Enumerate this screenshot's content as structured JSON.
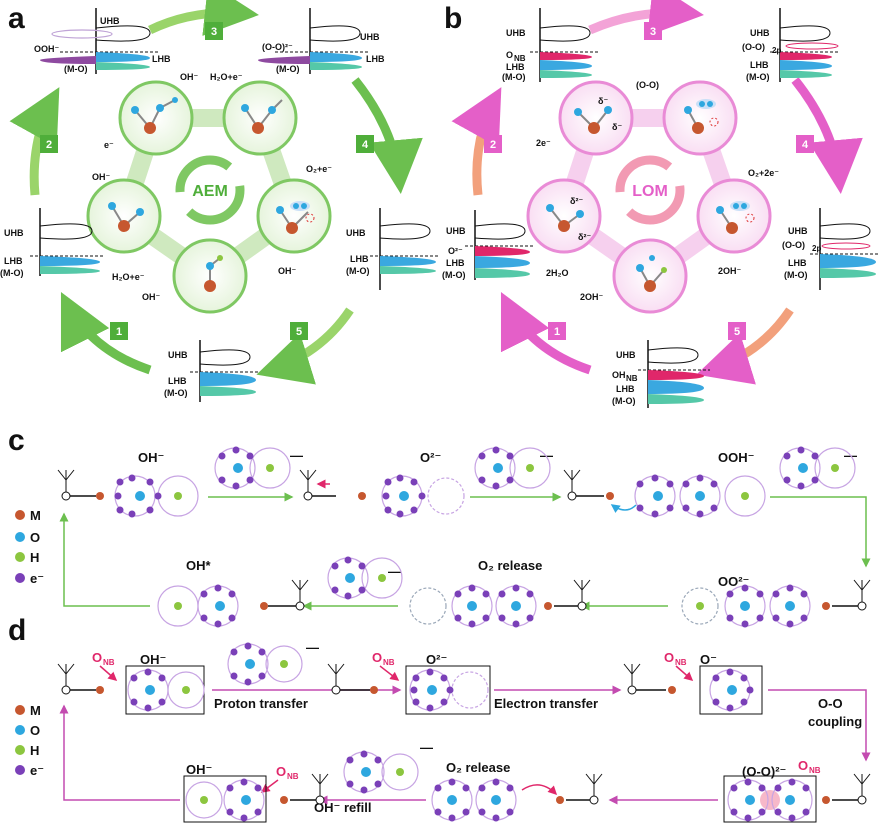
{
  "panels": [
    "a",
    "b",
    "c",
    "d"
  ],
  "colors": {
    "metal": "#c6572f",
    "oxygen": "#2ea7df",
    "hydrogen": "#8cc63f",
    "electron": "#7a40b8",
    "aem_green": "#6cbf4f",
    "lom_pink": "#e45fc8",
    "onb_red": "#e0276a",
    "lhb_blue": "#3aa8e0",
    "mo_teal": "#55c8a8",
    "ooh_purple": "#8e4aa0"
  },
  "panel_a": {
    "center": "AEM",
    "steps": [
      "1",
      "2",
      "3",
      "4",
      "5"
    ],
    "reactions": [
      "OH⁻",
      "H₂O+e⁻",
      "O₂+e⁻",
      "OH⁻",
      "H₂O+e⁻",
      "OH⁻",
      "OH⁻",
      "e⁻"
    ],
    "dos_labels": {
      "uhb": "UHB",
      "lhb": "LHB",
      "mo": "(M-O)",
      "ooh": "OOH⁻",
      "oo": "(O-O)²⁻"
    }
  },
  "panel_b": {
    "center": "LOM",
    "steps": [
      "1",
      "2",
      "3",
      "4",
      "5"
    ],
    "reactions": [
      "(O-O)",
      "O₂+2e⁻",
      "2OH⁻",
      "2OH⁻",
      "2H₂O",
      "2e⁻"
    ],
    "charges": [
      "δ⁻",
      "δ⁻",
      "δ²⁻",
      "δ²⁻"
    ],
    "dos_labels": {
      "uhb": "UHB",
      "lhb": "LHB",
      "mo": "(M-O)",
      "onb": "O",
      "onb_sub": "NB",
      "oo2p": "(O-O)",
      "oo2p_sub": "2p",
      "o2": "O²⁻",
      "ohnb": "OH",
      "ohnb_sub": "NB"
    }
  },
  "legend": [
    {
      "label": "M",
      "key": "metal"
    },
    {
      "label": "O",
      "key": "oxygen"
    },
    {
      "label": "H",
      "key": "hydrogen"
    },
    {
      "label": "e⁻",
      "key": "electron"
    }
  ],
  "panel_c": {
    "labels": [
      "OH⁻",
      "O²⁻",
      "OOH⁻",
      "OH*",
      "O₂ release",
      "OO²⁻"
    ],
    "minus": "—"
  },
  "panel_d": {
    "labels": [
      "OH⁻",
      "O²⁻",
      "O⁻",
      "(O-O)²⁻",
      "O₂ release",
      "OH⁻"
    ],
    "onb": "O",
    "onb_sub": "NB",
    "processes": [
      "Proton transfer",
      "Electron transfer",
      "O-O",
      "coupling",
      "OH⁻ refill"
    ],
    "minus": "—"
  }
}
